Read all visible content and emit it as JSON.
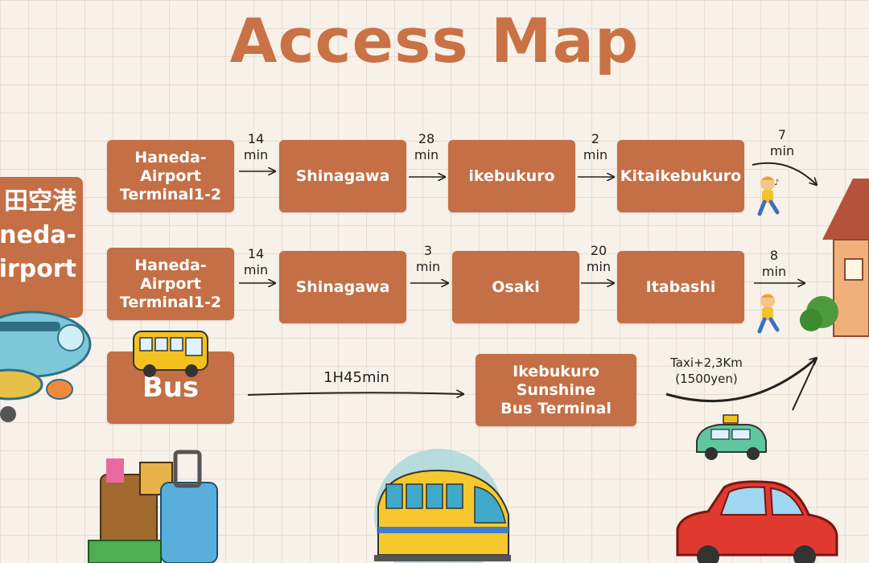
{
  "title": "Access Map",
  "airport_sign": "田空港\nneda-\nirport",
  "routes": [
    {
      "stations": [
        "Haneda-Airport\nTerminal1-2",
        "Shinagawa",
        "ikebukuro",
        "Kitaikebukuro"
      ],
      "times": [
        "14\nmin",
        "28\nmin",
        "2\nmin",
        "7\nmin"
      ]
    },
    {
      "stations": [
        "Haneda-Airport\nTerminal1-2",
        "Shinagawa",
        "Osaki",
        "Itabashi"
      ],
      "times": [
        "14\nmin",
        "3\nmin",
        "20\nmin",
        "8\nmin"
      ]
    }
  ],
  "bus": {
    "start": "Bus",
    "duration": "1H45min",
    "terminal": "Ikebukuro Sunshine\nBus Terminal",
    "taxi": "Taxi+2,3Km\n(1500yen)"
  },
  "icons": [
    "walking-person-icon",
    "house-icon",
    "airplane-icon",
    "bus-icon",
    "luggage-icon",
    "train-icon",
    "taxi-icon",
    "car-icon"
  ],
  "colors": {
    "box": "#c46f45",
    "title": "#c97245",
    "background": "#f7f1e9"
  }
}
